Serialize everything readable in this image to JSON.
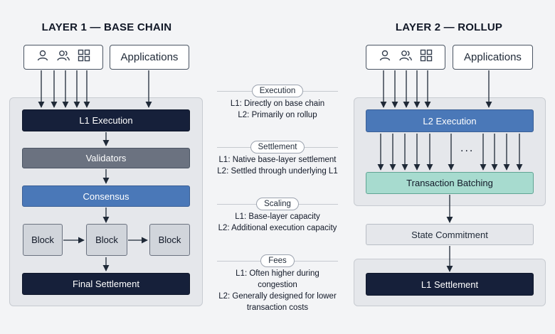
{
  "layer1": {
    "title": "LAYER 1 — BASE CHAIN",
    "applications": "Applications",
    "l1_execution": "L1 Execution",
    "validators": "Validators",
    "consensus": "Consensus",
    "blocks": [
      "Block",
      "Block",
      "Block"
    ],
    "final_settlement": "Final Settlement"
  },
  "layer2": {
    "title": "LAYER 2 — ROLLUP",
    "applications": "Applications",
    "l2_execution": "L2 Execution",
    "ellipsis": "...",
    "transaction_batching": "Transaction Batching",
    "state_commitment": "State Commitment",
    "l1_settlement": "L1 Settlement"
  },
  "comparison": [
    {
      "label": "Execution",
      "lines": [
        "L1: Directly on base chain",
        "L2: Primarily on rollup"
      ]
    },
    {
      "label": "Settlement",
      "lines": [
        "L1: Native base-layer settlement",
        "L2: Settled through underlying L1"
      ]
    },
    {
      "label": "Scaling",
      "lines": [
        "L1: Base-layer capacity",
        "L2: Additional execution capacity"
      ]
    },
    {
      "label": "Fees",
      "lines": [
        "L1: Often higher during congestion",
        "L2: Generally designed for lower",
        "transaction costs"
      ]
    }
  ],
  "icons": [
    "user-icon",
    "users-icon",
    "grid-icon"
  ],
  "colors": {
    "dark_navy": "#16203a",
    "slate": "#6b7280",
    "blue": "#4a78b8",
    "teal": "#a7dbcf",
    "panel": "#e5e7eb"
  }
}
